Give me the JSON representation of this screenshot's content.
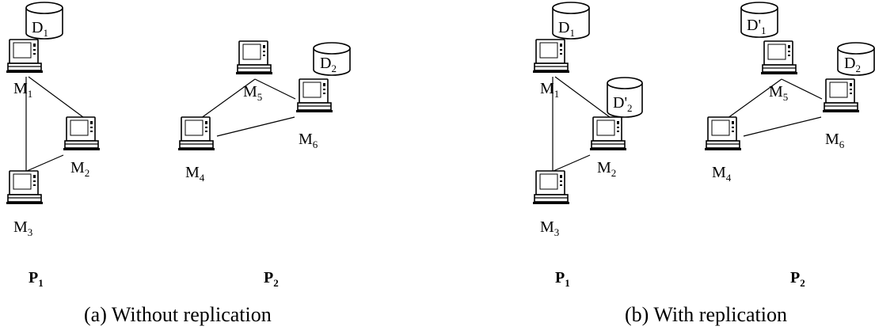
{
  "panels": [
    {
      "caption": "(a) Without replication",
      "partitions": [
        {
          "main": "P",
          "sub": "1"
        },
        {
          "main": "P",
          "sub": "2"
        }
      ],
      "machines": [
        {
          "main": "M",
          "sub": "1"
        },
        {
          "main": "M",
          "sub": "2"
        },
        {
          "main": "M",
          "sub": "3"
        },
        {
          "main": "M",
          "sub": "4"
        },
        {
          "main": "M",
          "sub": "5"
        },
        {
          "main": "M",
          "sub": "6"
        }
      ],
      "databases": [
        {
          "main": "D",
          "sub": "1"
        },
        {
          "main": "D",
          "sub": "2"
        }
      ]
    },
    {
      "caption": "(b) With replication",
      "partitions": [
        {
          "main": "P",
          "sub": "1"
        },
        {
          "main": "P",
          "sub": "2"
        }
      ],
      "machines": [
        {
          "main": "M",
          "sub": "1"
        },
        {
          "main": "M",
          "sub": "2"
        },
        {
          "main": "M",
          "sub": "3"
        },
        {
          "main": "M",
          "sub": "4"
        },
        {
          "main": "M",
          "sub": "5"
        },
        {
          "main": "M",
          "sub": "6"
        }
      ],
      "databases": [
        {
          "main": "D",
          "sub": "1"
        },
        {
          "main": "D'",
          "sub": "2"
        },
        {
          "main": "D'",
          "sub": "1"
        },
        {
          "main": "D",
          "sub": "2"
        }
      ]
    }
  ]
}
